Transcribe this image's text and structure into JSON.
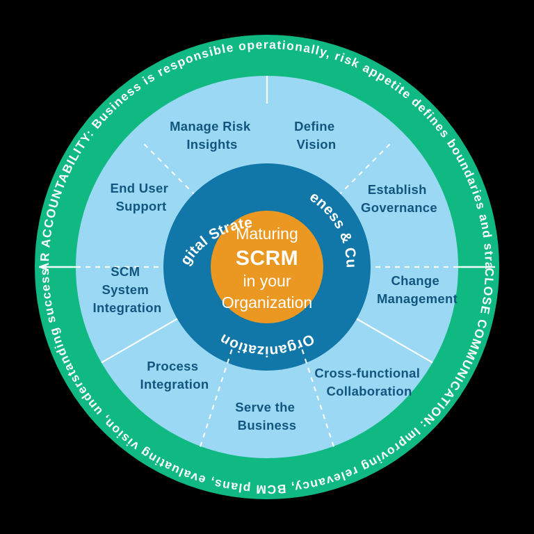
{
  "diagram": {
    "title": "Maturing SCRM in your Organization",
    "type": "concentric-wheel",
    "background_color": "#000000",
    "colors": {
      "outer_ring": "#10b981",
      "mid_ring": "#9ad8f3",
      "inner_ring": "#1176a8",
      "core": "#eb9822",
      "label_text": "#12567f",
      "ring_text": "#ffffff",
      "divider": "#ffffff"
    },
    "core": {
      "line1": "Maturing",
      "line2": "SCRM",
      "line3": "in your",
      "line4": "Organization"
    },
    "inner_segments": [
      {
        "label": "Digital Strategy"
      },
      {
        "label": "Awareness & Culture"
      },
      {
        "label": "Organization"
      }
    ],
    "outer_labels": [
      {
        "label_line1": "Manage Risk",
        "label_line2": "Insights"
      },
      {
        "label_line1": "Define",
        "label_line2": "Vision"
      },
      {
        "label_line1": "Establish",
        "label_line2": "Governance"
      },
      {
        "label_line1": "Change",
        "label_line2": "Management"
      },
      {
        "label_line1": "Cross-functional",
        "label_line2": "Collaboration"
      },
      {
        "label_line1": "Serve the",
        "label_line2": "Business"
      },
      {
        "label_line1": "Process",
        "label_line2": "Integration"
      },
      {
        "label_line1": "SCM",
        "label_line2": "System",
        "label_line3": "Integration"
      },
      {
        "label_line1": "End User",
        "label_line2": "Support"
      }
    ],
    "outer_ring_arcs": [
      {
        "id": "clear-accountability",
        "text": "CLEAR ACCOUNTABILITY: Business is responsible operationally, risk appetite defines boundaries and strategy"
      },
      {
        "id": "close-communication",
        "text": "CLOSE COMMUNICATION: Improving relevancy, BCM plans, evaluating vision, understanding success"
      }
    ]
  }
}
